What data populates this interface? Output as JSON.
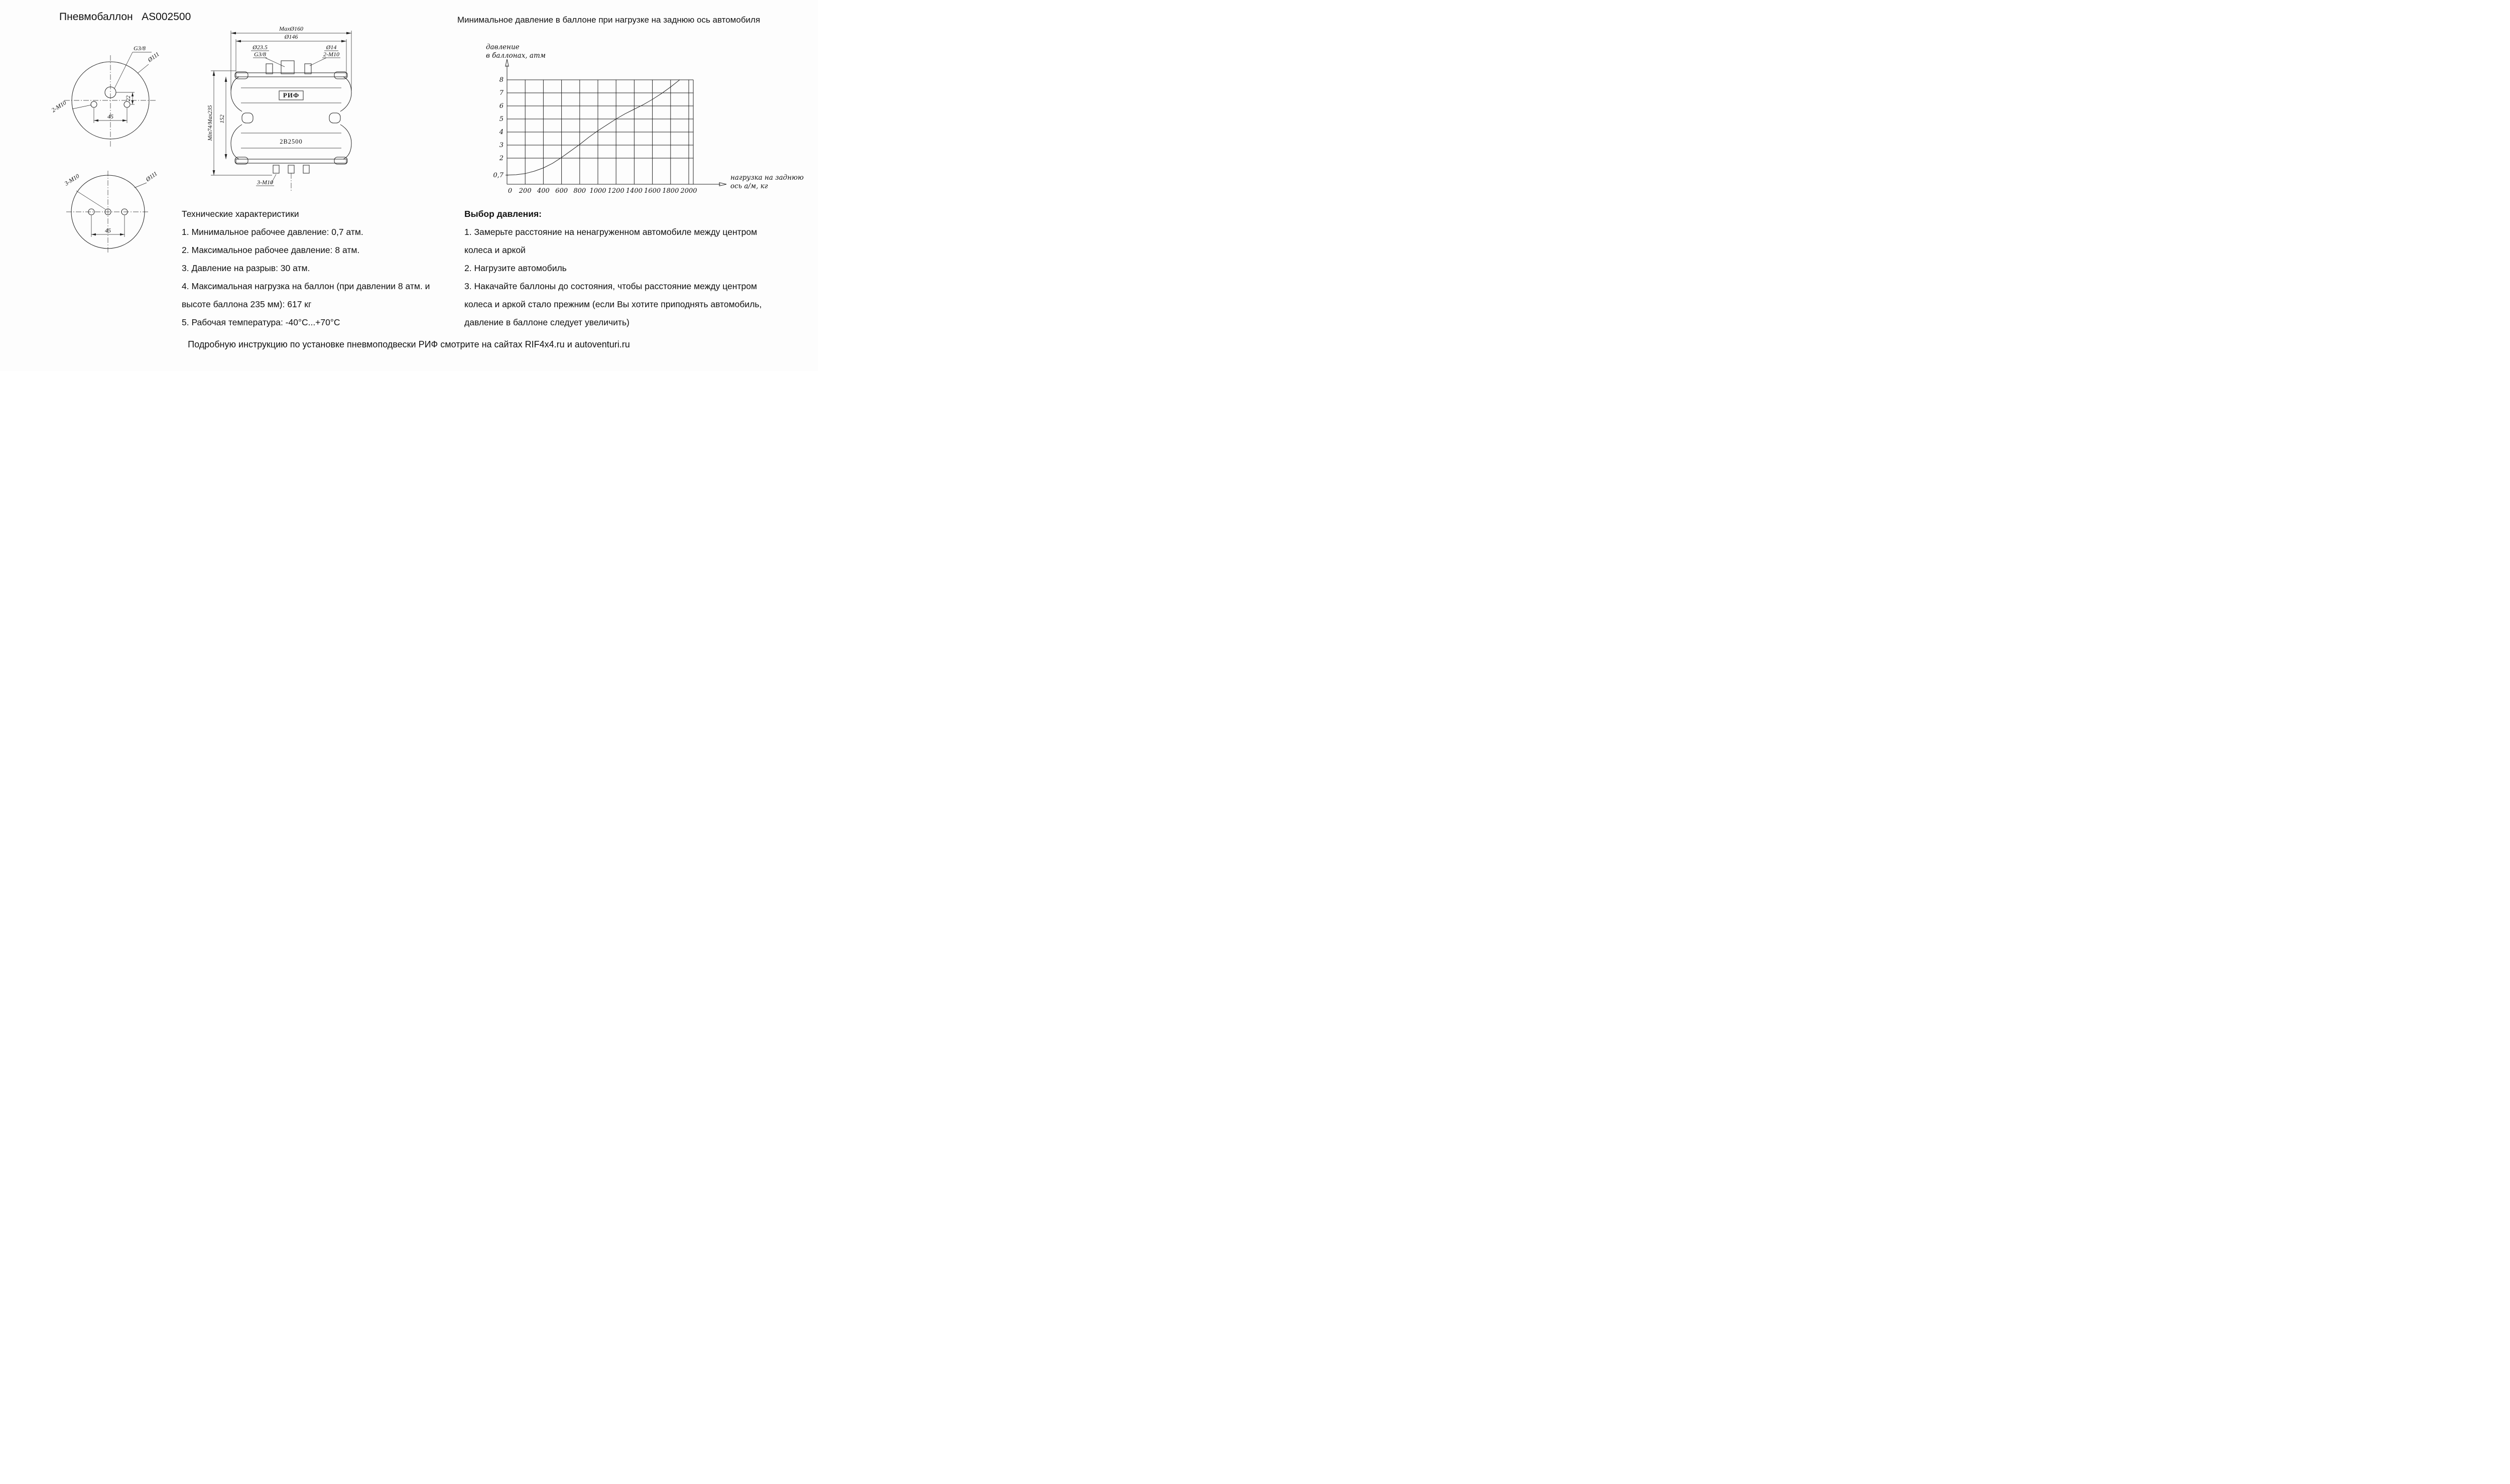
{
  "title": "Пневмобаллон   AS002500",
  "drawings": {
    "top_view": {
      "g38": "G3/8",
      "d111": "Ø111",
      "m10": "2-М10",
      "dim45": "45",
      "dim22": "22"
    },
    "bottom_view": {
      "m10": "3-М10",
      "d111": "Ø111",
      "dim45": "45"
    },
    "section": {
      "max_d": "MaxØ160",
      "d146": "Ø146",
      "d235": "Ø23.5",
      "g38": "G3/8",
      "d14": "Ø14",
      "m10_top": "2-М10",
      "height": "Min74/Max235",
      "h152": "152",
      "brand": "РИФ",
      "model": "2В2500",
      "m10_bottom": "3-М10"
    }
  },
  "specs": {
    "heading": "Технические характеристики",
    "items": [
      "1. Минимальное рабочее давление: 0,7 атм.",
      "2. Максимальное рабочее давление: 8 атм.",
      "3. Давление на разрыв: 30 атм.",
      "4. Максимальная нагрузка на баллон (при давлении 8 атм. и высоте баллона 235 мм): 617 кг",
      "5. Рабочая температура: -40°С...+70°С"
    ]
  },
  "pressure_guide": {
    "heading": "Выбор давления:",
    "items": [
      "1. Замерьте расстояние на ненагруженном автомобиле между центром колеса и аркой",
      "2. Нагрузите автомобиль",
      "3. Накачайте баллоны до состояния, чтобы расстояние между центром колеса и аркой стало прежним (если Вы хотите приподнять автомобиль, давление в баллоне следует увеличить)"
    ]
  },
  "footer": "Подробную инструкцию по установке пневмоподвески РИФ смотрите на сайтах RIF4x4.ru и autoventuri.ru",
  "chart_data": {
    "type": "line",
    "title": "Минимальное давление в баллоне при нагрузке на заднюю ось автомобиля",
    "ylabel": "давление в баллонах, атм",
    "xlabel": "нагрузка на заднюю ось а/м, кг",
    "ylabel_lines": [
      "давление",
      "в баллонах, атм"
    ],
    "xlabel_lines": [
      "нагрузка на заднюю",
      "ось а/м, кг"
    ],
    "x_ticks": [
      0,
      200,
      400,
      600,
      800,
      1000,
      1200,
      1400,
      1600,
      1800,
      2000
    ],
    "y_ticks": [
      0.7,
      2,
      3,
      4,
      5,
      6,
      7,
      8
    ],
    "y_tick_labels": [
      "0,7",
      "2",
      "3",
      "4",
      "5",
      "6",
      "7",
      "8"
    ],
    "xlim": [
      0,
      2050
    ],
    "ylim": [
      0,
      8.8
    ],
    "grid": true,
    "legend": false,
    "series": [
      {
        "name": "минимальное давление в баллоне",
        "x": [
          0,
          100,
          200,
          300,
          400,
          500,
          600,
          700,
          800,
          900,
          1000,
          1100,
          1200,
          1300,
          1400,
          1500,
          1600,
          1700,
          1800,
          1900
        ],
        "y": [
          0.7,
          0.73,
          0.82,
          1.0,
          1.25,
          1.6,
          2.05,
          2.55,
          3.05,
          3.6,
          4.1,
          4.55,
          5.0,
          5.4,
          5.75,
          6.1,
          6.5,
          6.95,
          7.45,
          8.0
        ]
      }
    ]
  }
}
